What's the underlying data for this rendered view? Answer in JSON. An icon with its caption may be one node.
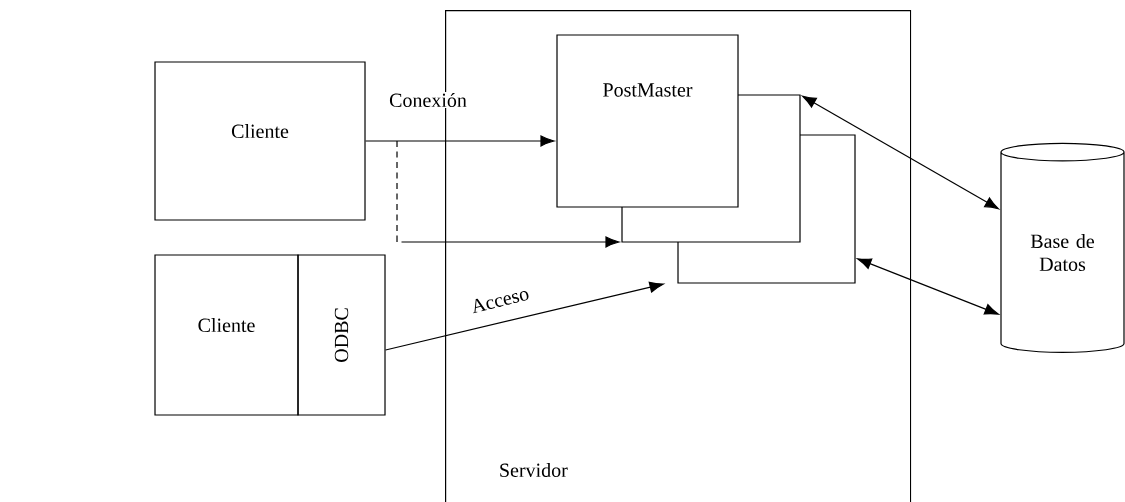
{
  "diagram": {
    "nodes": [
      {
        "text": [
          "Servidor"
        ]
      },
      {
        "text": [
          "Cliente"
        ]
      },
      {
        "text": [
          "Cliente"
        ]
      },
      {
        "text": [
          "ODBC"
        ]
      },
      {
        "text": [
          "PostMaster"
        ],
        "in": 0
      },
      {
        "text": [],
        "shape": "box",
        "in": 0
      },
      {
        "text": [],
        "shape": "box",
        "in": 0
      },
      {
        "text": [
          "Base de Datos"
        ]
      }
    ],
    "edges": [
      {
        "from": 1,
        "to": 4,
        "arrow": "to",
        "label": "Conexión"
      },
      {
        "from": 1,
        "to": 5,
        "arrow": "to",
        "style": "dashed"
      },
      {
        "from": 3,
        "to": 6,
        "arrow": "to",
        "label": "Acceso"
      },
      {
        "from": 5,
        "to": 7,
        "arrow": "both"
      },
      {
        "from": 6,
        "to": 7,
        "arrow": "both"
      }
    ]
  }
}
